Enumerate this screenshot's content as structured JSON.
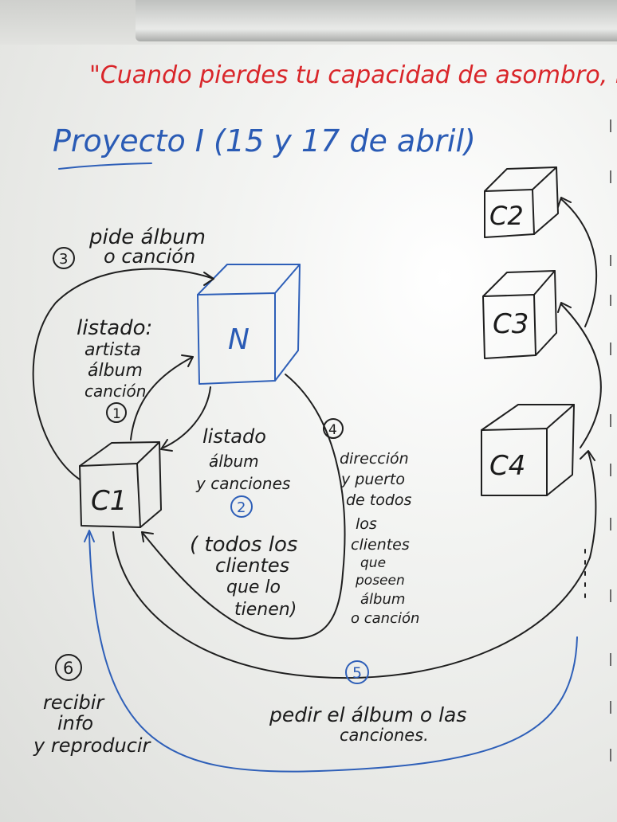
{
  "quote": "\"Cuando pierdes tu capacidad de asombro, ha",
  "heading": "Proyecto I (15 y 17 de abril)",
  "nodes": {
    "n": "N",
    "c1": "C1",
    "c2": "C2",
    "c3": "C3",
    "c4": "C4"
  },
  "steps": {
    "s1": {
      "number": "1",
      "lines": [
        "listado:",
        "artista",
        "álbum",
        "canción"
      ]
    },
    "s2": {
      "number": "2",
      "lines": [
        "listado",
        "álbum",
        "y canciones"
      ],
      "note": [
        "( todos los",
        "clientes",
        "que lo",
        "tienen)"
      ]
    },
    "s3": {
      "number": "3",
      "lines": [
        "pide álbum",
        "o canción"
      ]
    },
    "s4": {
      "number": "4",
      "lines": [
        "dirección",
        "y puerto",
        "de todos",
        "los",
        "clientes",
        "que",
        "poseen",
        "álbum",
        "o canción"
      ]
    },
    "s5": {
      "number": "5",
      "lines": [
        "pedir el álbum o las",
        "canciones."
      ]
    },
    "s6": {
      "number": "6",
      "lines": [
        "recibir",
        "info",
        "y reproducir"
      ]
    }
  },
  "colors": {
    "black_marker": "#1f1f1f",
    "blue_marker": "#2e5fb8",
    "red_marker": "#d9262a",
    "board": "#eeefec"
  }
}
